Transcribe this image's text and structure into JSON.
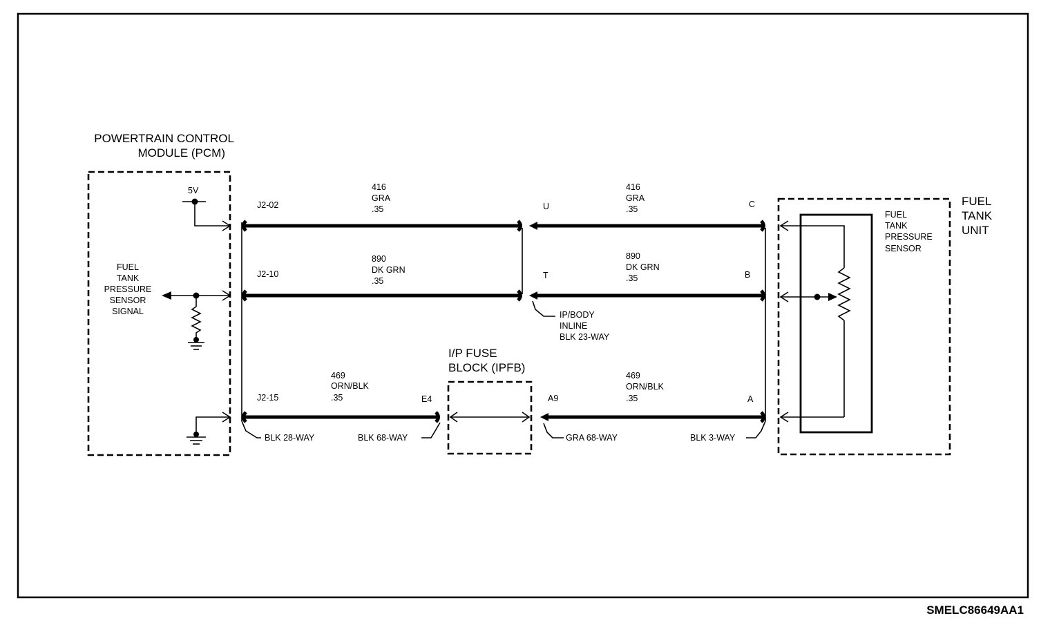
{
  "modules": {
    "pcm": {
      "title_line1": "POWERTRAIN CONTROL",
      "title_line2": "MODULE (PCM)"
    },
    "pcm_signal": [
      "FUEL",
      "TANK",
      "PRESSURE",
      "SENSOR",
      "SIGNAL"
    ],
    "pcm_supply": "5V",
    "ipfb": {
      "title_line1": "I/P FUSE",
      "title_line2": "BLOCK (IPFB)"
    },
    "fuel_tank_unit": {
      "lines": [
        "FUEL",
        "TANK",
        "UNIT"
      ]
    },
    "sensor": [
      "FUEL",
      "TANK",
      "PRESSURE",
      "SENSOR"
    ]
  },
  "circuits": [
    {
      "left": {
        "circuit": "416",
        "color": "GRA",
        "gauge": ".35"
      },
      "right": {
        "circuit": "416",
        "color": "GRA",
        "gauge": ".35"
      },
      "pins": {
        "pcm": "J2-02",
        "inline": "U",
        "tank": "C"
      }
    },
    {
      "left": {
        "circuit": "890",
        "color": "DK GRN",
        "gauge": ".35"
      },
      "right": {
        "circuit": "890",
        "color": "DK GRN",
        "gauge": ".35"
      },
      "pins": {
        "pcm": "J2-10",
        "inline": "T",
        "tank": "B"
      }
    },
    {
      "left": {
        "circuit": "469",
        "color": "ORN/BLK",
        "gauge": ".35"
      },
      "right": {
        "circuit": "469",
        "color": "ORN/BLK",
        "gauge": ".35"
      },
      "pins": {
        "pcm": "J2-15",
        "ipfb_in": "E4",
        "ipfb_out": "A9",
        "tank": "A"
      }
    }
  ],
  "connectors": {
    "inline": [
      "IP/BODY",
      "INLINE",
      "BLK 23-WAY"
    ],
    "pcm": "BLK 28-WAY",
    "ipfb_in": "BLK 68-WAY",
    "ipfb_out": "GRA 68-WAY",
    "tank": "BLK 3-WAY"
  },
  "figure_code": "SMELC86649AA1"
}
